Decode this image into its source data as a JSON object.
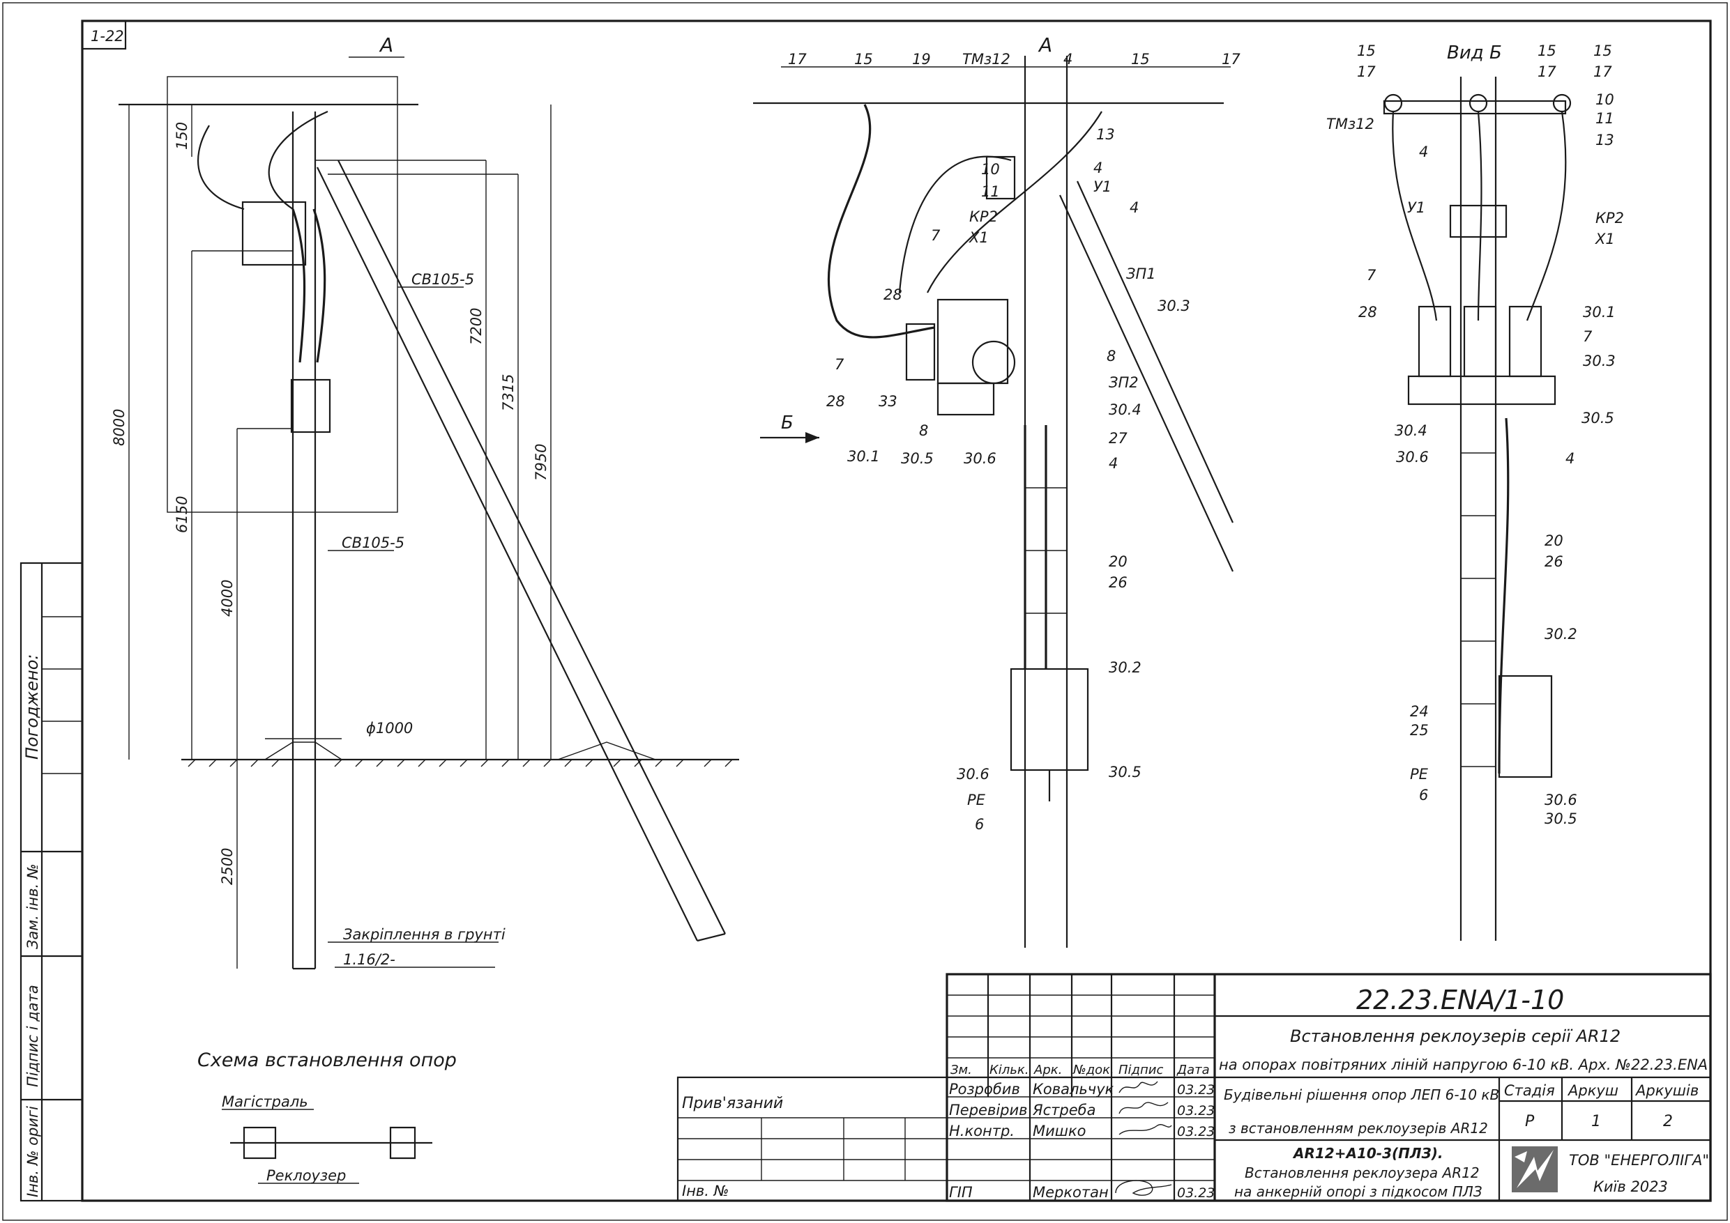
{
  "sheet": {
    "code": "1-22",
    "section_a_left": "А",
    "section_a_right": "А",
    "view_b": "Вид Б",
    "arrow_b": "Б",
    "scheme_title": "Схема встановлення опор",
    "scheme_main": "Магістраль",
    "scheme_recloser": "Реклоузер",
    "agreed": "Погоджено:",
    "side_inv_replace": "Зам. інв. №",
    "side_sign_date": "Підпис і дата",
    "side_inv_orig": "Інв. № оригі"
  },
  "dims": {
    "d8000": "8000",
    "d6150": "6150",
    "d150": "150",
    "d4000": "4000",
    "d2500": "2500",
    "d7200": "7200",
    "d7315": "7315",
    "d7950": "7950",
    "dia": "ϕ1000",
    "sv_top": "СВ105-5",
    "sv_bottom": "СВ105-5",
    "ground_fix": "Закріплення в грунті",
    "ground_ref": "1.16/2-"
  },
  "labels_a": {
    "l17a": "17",
    "l15a": "15",
    "l19": "19",
    "tm": "ТМз12",
    "l4a": "4",
    "l15b": "15",
    "l17b": "17",
    "l13": "13",
    "l10": "10",
    "l11": "11",
    "l4b": "4",
    "u1": "У1",
    "l4c": "4",
    "kr2": "КР2",
    "x1": "Х1",
    "zp1": "ЗП1",
    "l7a": "7",
    "l28a": "28",
    "l303": "30.3",
    "l8a": "8",
    "zp2": "ЗП2",
    "l304": "30.4",
    "l27": "27",
    "l4d": "4",
    "l7b": "7",
    "l28b": "28",
    "l33": "33",
    "l8b": "8",
    "l301": "30.1",
    "l305": "30.5",
    "l306": "30.6",
    "l20": "20",
    "l26": "26",
    "l302": "30.2",
    "l306b": "30.6",
    "pe": "PE",
    "l6": "6",
    "l305b": "30.5"
  },
  "labels_b": {
    "l15a": "15",
    "l17a": "17",
    "l15b": "15",
    "l17b": "17",
    "l15c": "15",
    "l17c": "17",
    "tm": "ТМз12",
    "l10": "10",
    "l11": "11",
    "l13": "13",
    "l4a": "4",
    "u1": "У1",
    "kr2": "КР2",
    "x1": "Х1",
    "l7a": "7",
    "l28": "28",
    "l301": "30.1",
    "l7b": "7",
    "l303": "30.3",
    "l304": "30.4",
    "l305": "30.5",
    "l306": "30.6",
    "l4b": "4",
    "l20": "20",
    "l26": "26",
    "l302": "30.2",
    "l24": "24",
    "l25": "25",
    "pe": "PE",
    "l6": "6",
    "l306b": "30.6",
    "l305b": "30.5"
  },
  "title_block": {
    "doc_code": "22.23.ENA/1-10",
    "title_line1": "Встановлення реклоузерів серії AR12",
    "title_line2": "на опорах повітряних ліній напругою 6-10 кВ. Арх. №22.23.ENA",
    "part_line1": "Будівельні рішення опор ЛЕП 6-10 кВ",
    "part_line2": "з встановленням реклоузерів AR12",
    "sheet_title1": "AR12+A10-3(ПЛЗ).",
    "sheet_title2": "Встановлення реклоузера AR12",
    "sheet_title3": "на анкерній опорі з підкосом ПЛЗ",
    "stage_hdr": "Стадія",
    "sheet_hdr": "Аркуш",
    "sheets_hdr": "Аркушів",
    "stage": "Р",
    "sheet_no": "1",
    "sheets_total": "2",
    "company": "ТОВ \"ЕНЕРГОЛІГА\"",
    "city_year": "Київ 2023",
    "col_zm": "Зм.",
    "col_kilk": "Кільк.",
    "col_ark": "Арк.",
    "col_ndok": "№док.",
    "col_pidpys": "Підпис",
    "col_data": "Дата",
    "bound": "Прив'язаний",
    "inv": "Інв. №",
    "r1_role": "Розробив",
    "r1_name": "Ковальчук",
    "r1_date": "03.23",
    "r2_role": "Перевірив",
    "r2_name": "Ястреба",
    "r2_date": "03.23",
    "r3_role": "Н.контр.",
    "r3_name": "Мишко",
    "r3_date": "03.23",
    "r4_role": "ГІП",
    "r4_name": "Меркотан",
    "r4_date": "03.23"
  }
}
